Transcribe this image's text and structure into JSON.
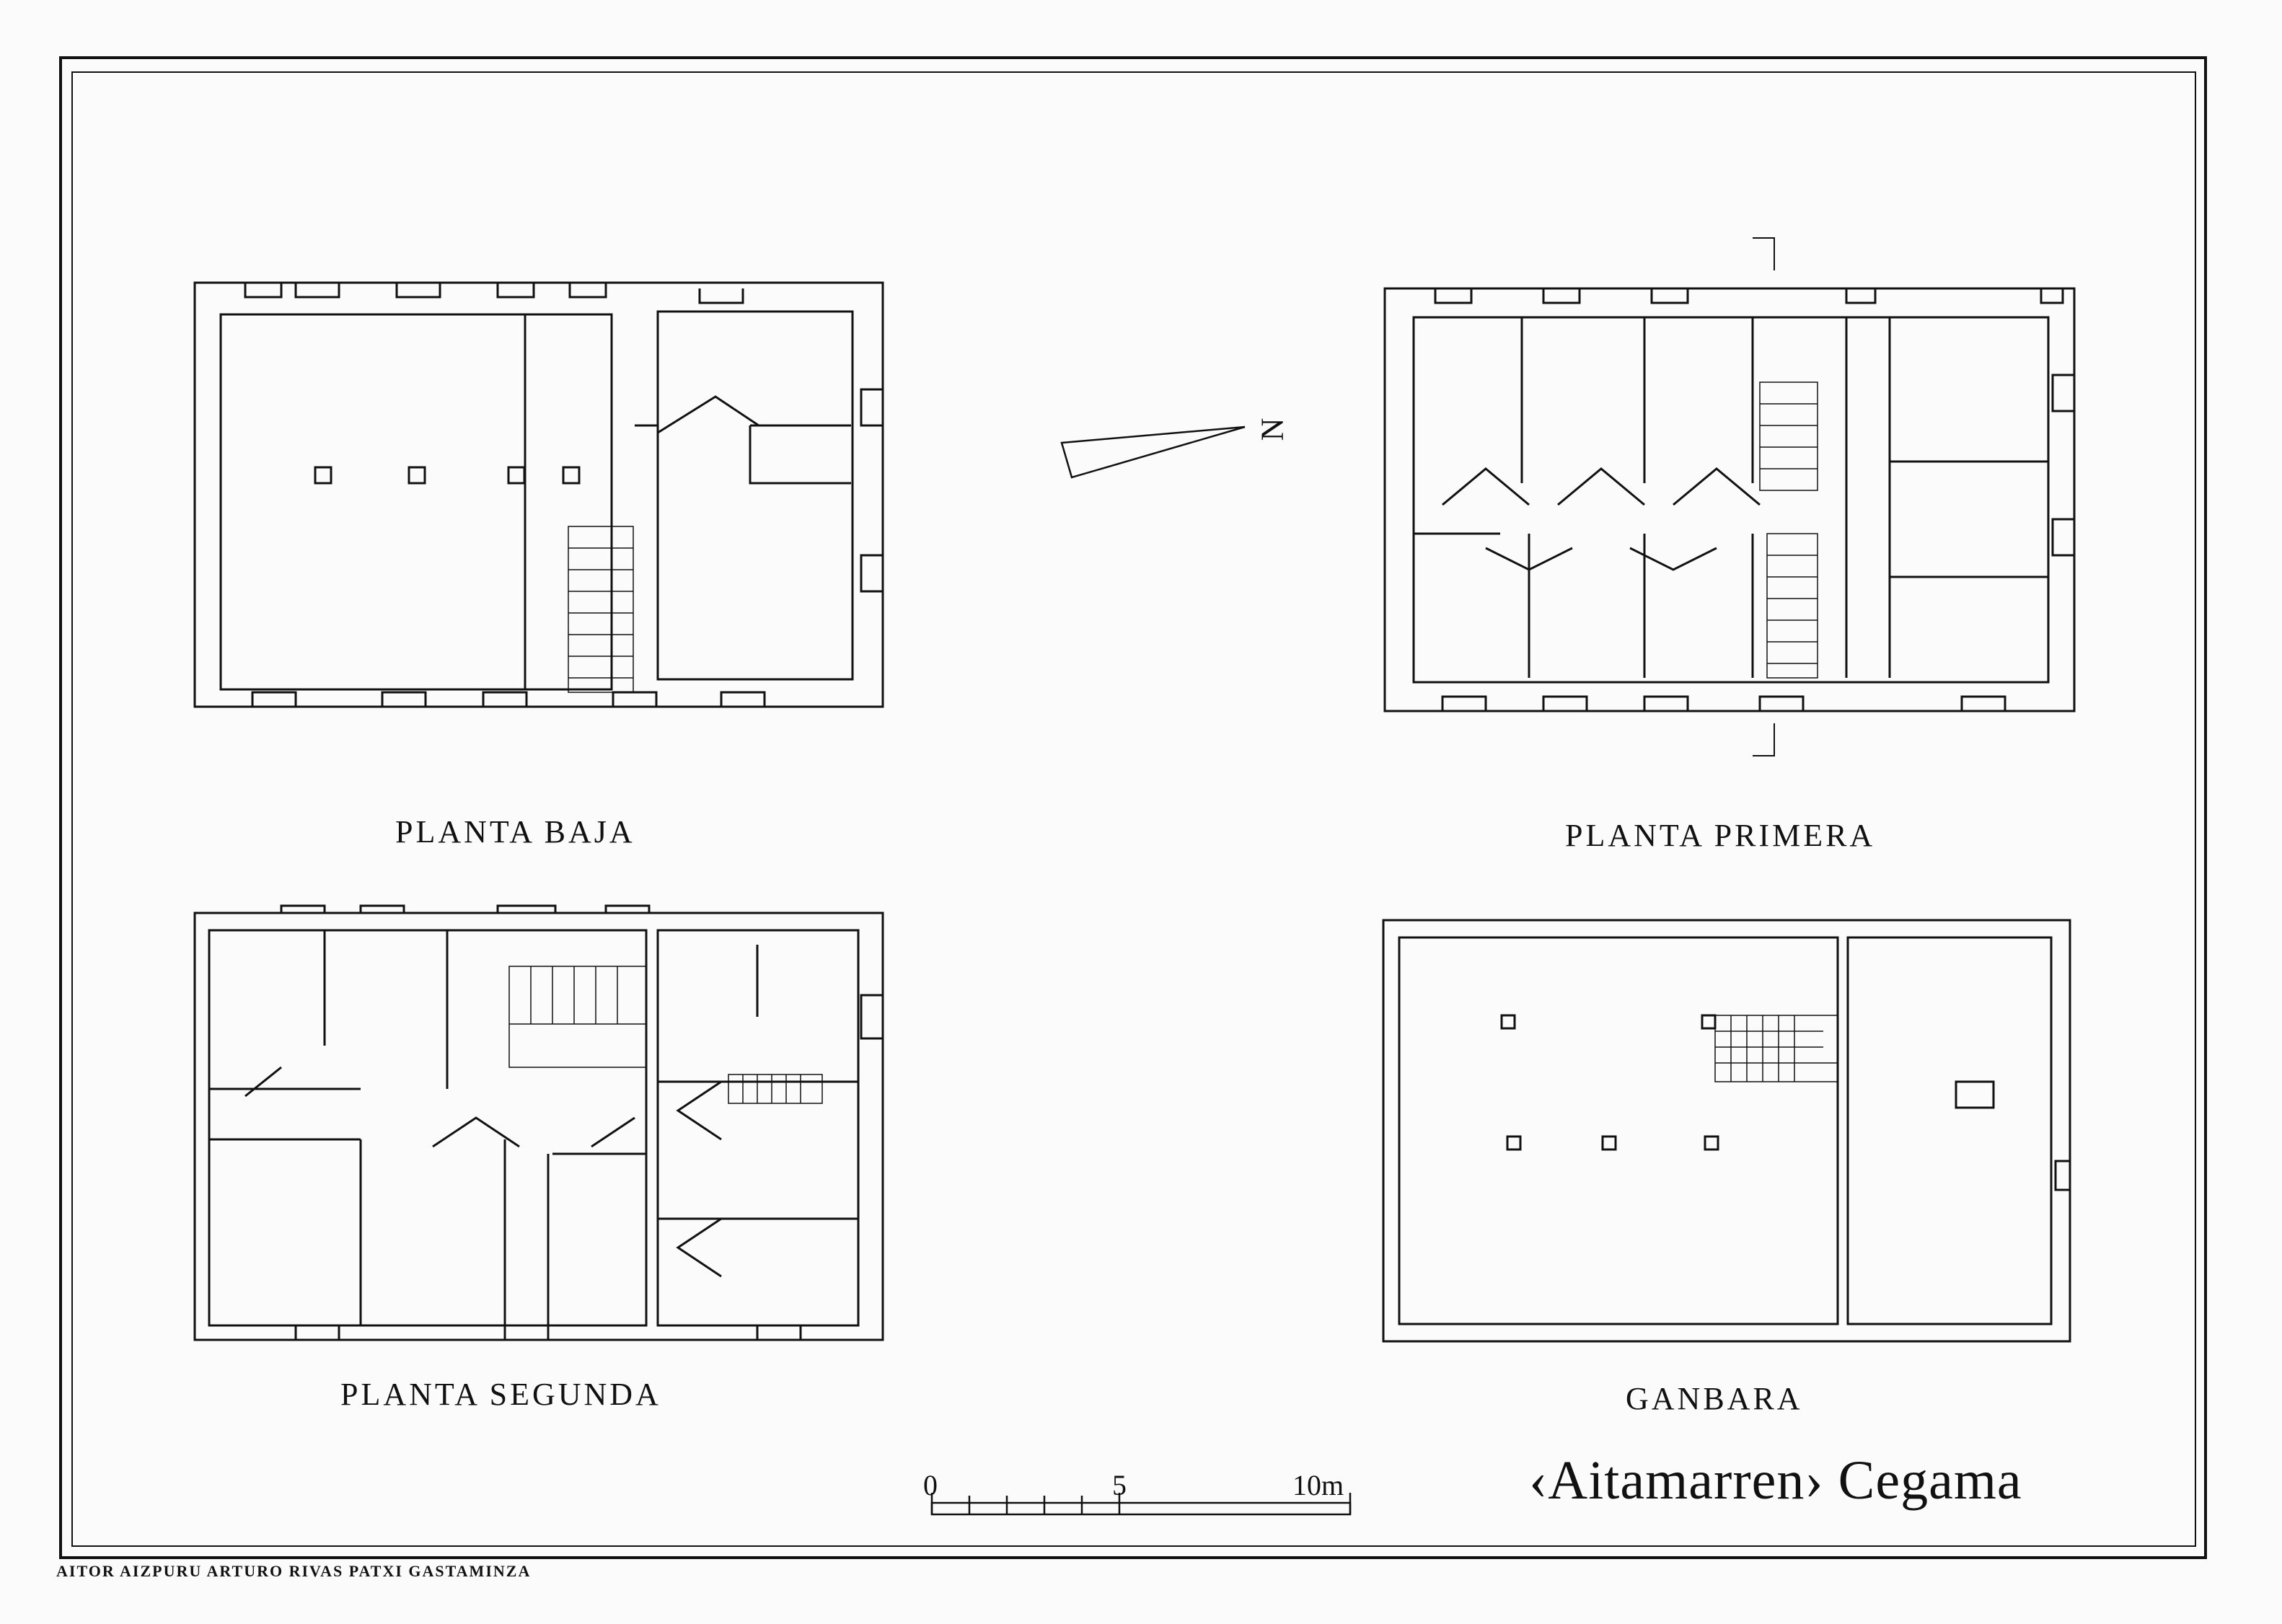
{
  "plans": {
    "baja": "PLANTA BAJA",
    "primera": "PLANTA PRIMERA",
    "segunda": "PLANTA SEGUNDA",
    "ganbara": "GANBARA"
  },
  "north": "N",
  "scale": {
    "zero": "0",
    "five": "5",
    "ten": "10m"
  },
  "title": "‹Aitamarren› Cegama",
  "authors": "AITOR AIZPURU  ARTURO RIVAS  PATXI GASTAMINZA"
}
